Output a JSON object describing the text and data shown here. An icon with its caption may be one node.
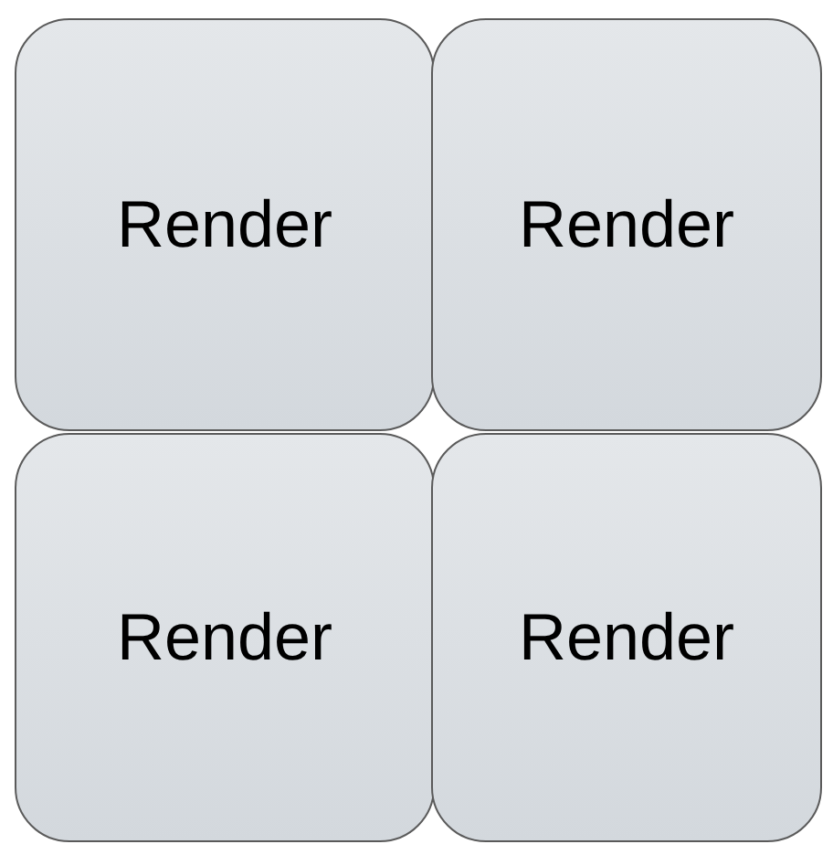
{
  "diagram": {
    "nodes": [
      {
        "text": [
          "Render"
        ]
      },
      {
        "text": [
          "Render"
        ]
      },
      {
        "text": [
          "Render"
        ]
      },
      {
        "text": [
          "Render"
        ]
      }
    ]
  }
}
